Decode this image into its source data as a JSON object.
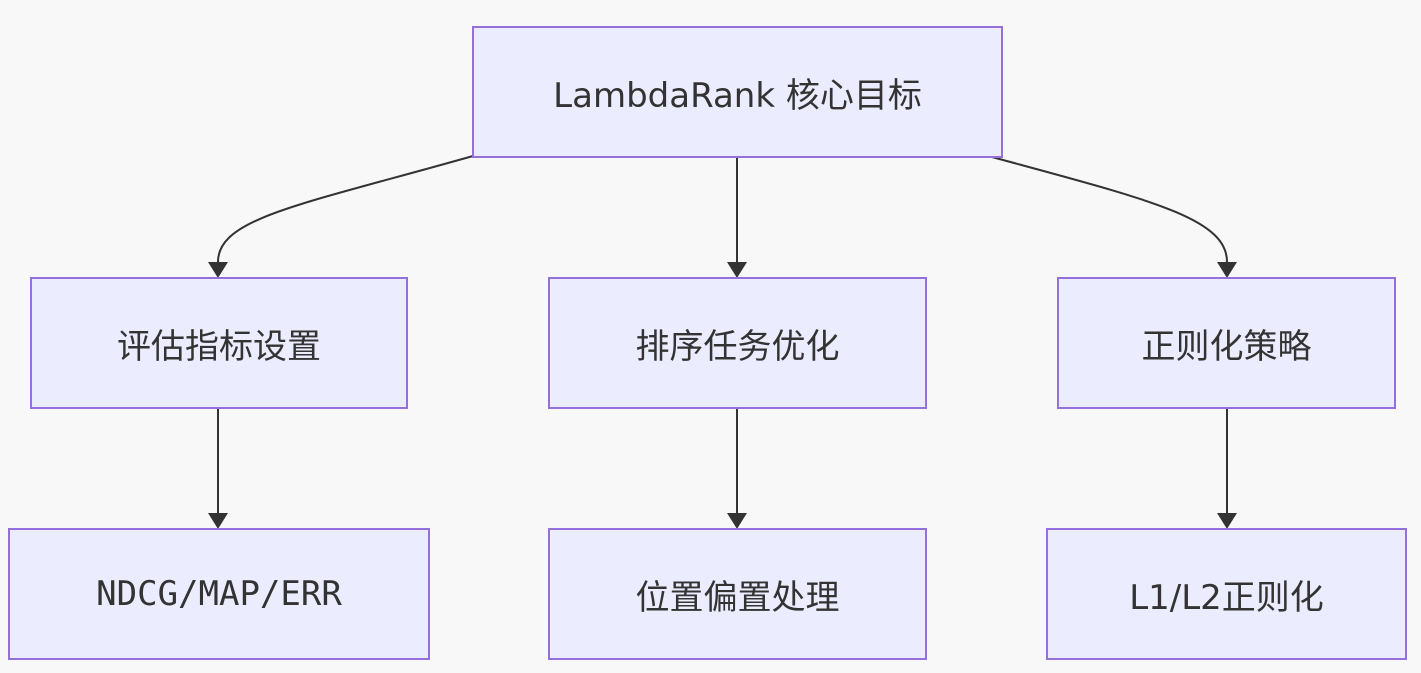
{
  "diagram": {
    "type": "flowchart",
    "direction": "top-down",
    "colors": {
      "background": "#f8f8f8",
      "node_fill": "#ececff",
      "node_border": "#9370db",
      "edge": "#333333",
      "text": "#333333"
    },
    "nodes": {
      "root": "LambdaRank 核心目标",
      "eval": "评估指标设置",
      "rank": "排序任务优化",
      "reg": "正则化策略",
      "ndcg": "NDCG/MAP/ERR",
      "pos": "位置偏置处理",
      "l1l2": "L1/L2正则化"
    },
    "edges": [
      {
        "from": "root",
        "to": "eval"
      },
      {
        "from": "root",
        "to": "rank"
      },
      {
        "from": "root",
        "to": "reg"
      },
      {
        "from": "eval",
        "to": "ndcg"
      },
      {
        "from": "rank",
        "to": "pos"
      },
      {
        "from": "reg",
        "to": "l1l2"
      }
    ]
  }
}
